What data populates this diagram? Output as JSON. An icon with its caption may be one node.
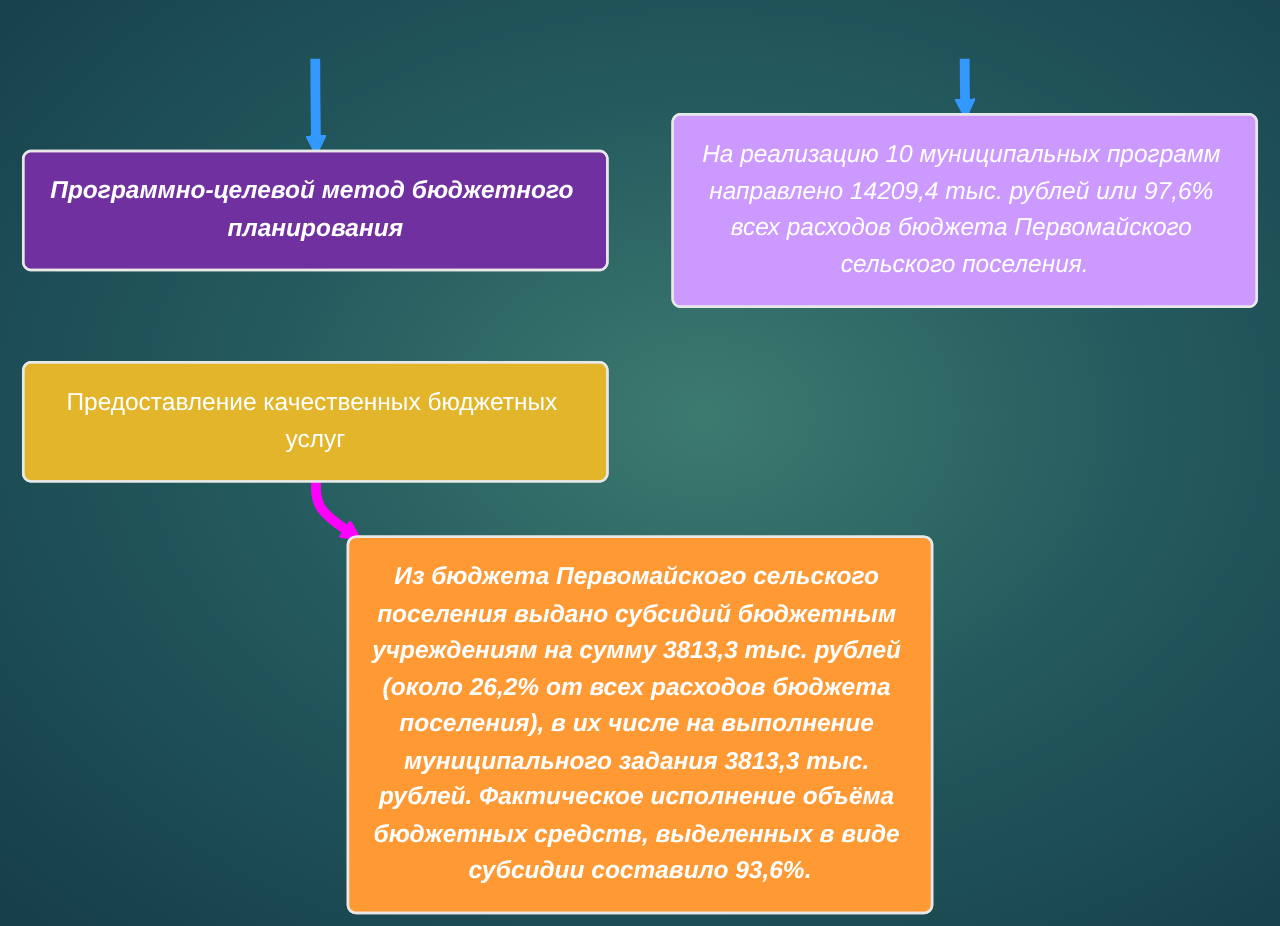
{
  "diagram": {
    "nodes": [
      {
        "text": [
          "Программно-целевой метод бюджетного планирования"
        ]
      },
      {
        "text": [
          "На реализацию 10 муниципальных программ направлено 14209,4 тыс. рублей или 97,6% всех расходов бюджета Первомайского сельского поселения."
        ]
      },
      {
        "text": [
          "Предоставление качественных бюджетных услуг"
        ]
      },
      {
        "text": [
          "Из бюджета Первомайского сельского поселения выдано субсидий бюджетным учреждениям на сумму 3813,3 тыс. рублей (около 26,2% от всех расходов бюджета поселения), в их числе на выполнение муниципального задания 3813,3 тыс. рублей. Фактическое исполнение объёма бюджетных средств, выделенных в виде субсидии составило 93,6%."
        ]
      }
    ],
    "edges": [
      {
        "from": null,
        "to": 0,
        "arrow": "to"
      },
      {
        "from": null,
        "to": 1,
        "arrow": "to"
      },
      {
        "from": 2,
        "to": 3,
        "arrow": "to",
        "color": "#ff00ff"
      }
    ]
  }
}
